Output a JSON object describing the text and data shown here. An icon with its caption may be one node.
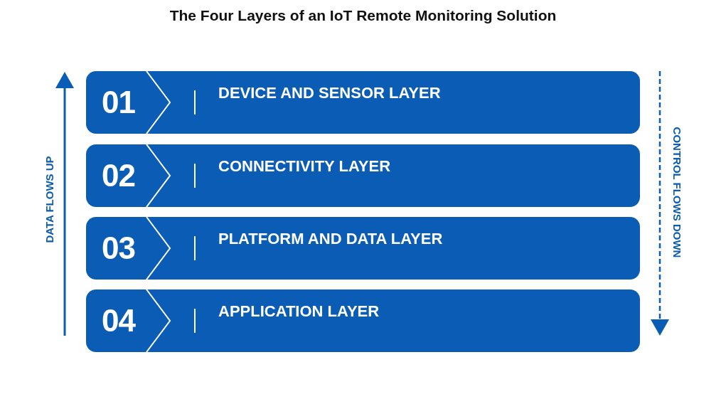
{
  "diagram": {
    "title": "The Four Layers of an IoT Remote Monitoring Solution",
    "nodes": [
      {
        "text": [
          "01",
          "DEVICE AND SENSOR LAYER"
        ]
      },
      {
        "text": [
          "02",
          "CONNECTIVITY LAYER"
        ]
      },
      {
        "text": [
          "03",
          "PLATFORM AND DATA LAYER"
        ]
      },
      {
        "text": [
          "04",
          "APPLICATION LAYER"
        ]
      }
    ],
    "labels": [
      "DATA FLOWS UP",
      "CONTROL FLOWS DOWN"
    ]
  }
}
